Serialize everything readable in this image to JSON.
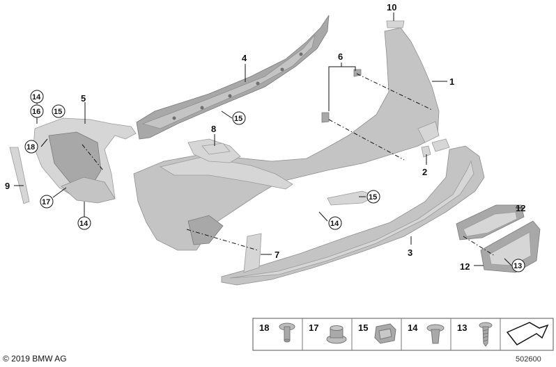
{
  "callouts": {
    "p1": "1",
    "p2": "2",
    "p3": "3",
    "p4": "4",
    "p5": "5",
    "p6": "6",
    "p7": "7",
    "p8": "8",
    "p9": "9",
    "p10": "10",
    "p12a": "12",
    "p12b": "12",
    "c13": "13",
    "c14a": "14",
    "c14b": "14",
    "c14c": "14",
    "c15a": "15",
    "c15b": "15",
    "c15c": "15",
    "c16": "16",
    "c17": "17",
    "c18": "18"
  },
  "legend": {
    "items": [
      {
        "number": "18",
        "icon": "push-nut-washer"
      },
      {
        "number": "17",
        "icon": "flange-nut"
      },
      {
        "number": "15",
        "icon": "spring-nut-clip"
      },
      {
        "number": "14",
        "icon": "expanding-rivet"
      },
      {
        "number": "13",
        "icon": "torx-screw"
      }
    ],
    "arrow_icon": "direction-arrow"
  },
  "footer": {
    "copyright": "© 2019 BMW AG",
    "diagram_id": "502600"
  }
}
